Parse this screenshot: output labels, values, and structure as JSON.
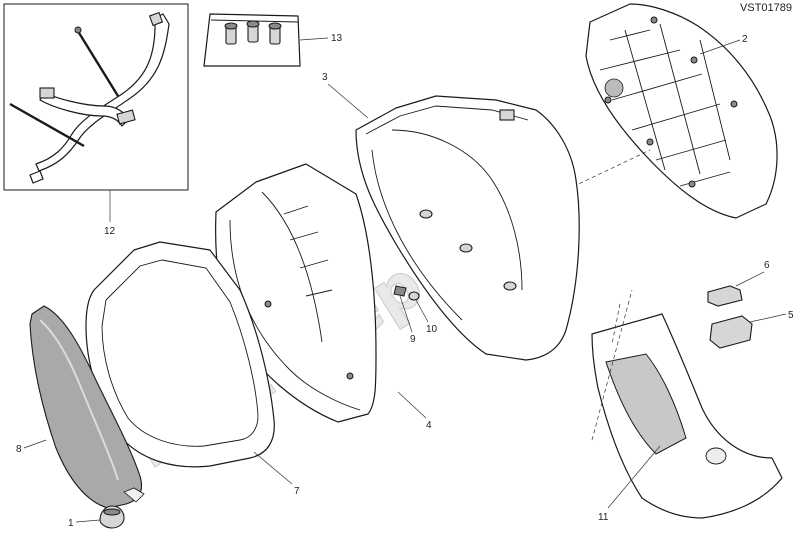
{
  "diagram": {
    "reference_code": "VST01789",
    "watermark": "PartsRepublik",
    "callouts": {
      "c1": "1",
      "c2": "2",
      "c3": "3",
      "c4": "4",
      "c5": "5",
      "c6": "6",
      "c7": "7",
      "c8": "8",
      "c9": "9",
      "c10": "10",
      "c11": "11",
      "c12": "12",
      "c13": "13"
    }
  }
}
